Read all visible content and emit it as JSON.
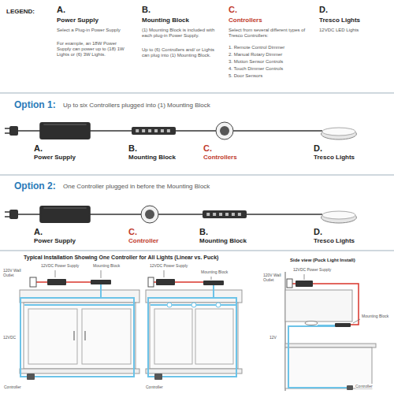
{
  "diagram": {
    "nodes": [
      {
        "text": [
          "A.",
          "Power Supply"
        ]
      },
      {
        "text": [
          "B.",
          "Mounting Block"
        ]
      },
      {
        "text": [
          "C.",
          "Controllers"
        ]
      },
      {
        "text": [
          "D.",
          "Tresco Lights"
        ]
      },
      {
        "text": [
          "A.",
          "Power Supply"
        ]
      },
      {
        "text": [
          "C.",
          "Controller"
        ]
      },
      {
        "text": [
          "B.",
          "Mounting Block"
        ]
      },
      {
        "text": [
          "D.",
          "Tresco Lights"
        ]
      }
    ],
    "edges": [
      {
        "from": 0,
        "to": 1,
        "arrow": "none"
      },
      {
        "from": 1,
        "to": 2,
        "arrow": "none"
      },
      {
        "from": 2,
        "to": 3,
        "arrow": "none"
      },
      {
        "from": 4,
        "to": 5,
        "arrow": "none"
      },
      {
        "from": 5,
        "to": 6,
        "arrow": "none"
      },
      {
        "from": 6,
        "to": 7,
        "arrow": "none"
      }
    ],
    "labels": [
      "LEGEND:",
      "A.",
      "Power Supply",
      "Select a Plug-in Power Supply",
      "For example, an 18W Power Supply can power up to (18) 1W Lights or (6) 3W Lights.",
      "B.",
      "Mounting Block",
      "(1) Mounting Block is included with each plug-in Power Supply.",
      "Up to (6) Controllers and/ or Lights can plug into (1) Mounting Block.",
      "C.",
      "Controllers",
      "Select from several different types of Tresco Controllers:",
      "1. Remote Control Dimmer",
      "2. Manual Rotary Dimmer",
      "3. Motion Sensor Controls",
      "4. Touch Dimmer Controls",
      "5. Door Sensors",
      "D.",
      "Tresco Lights",
      "12VDC LED Lights",
      "Option 1:",
      "Up to six Controllers plugged into (1) Mounting Block",
      "Option 2:",
      "One Controller plugged in before the Mounting Block",
      "Typical Installation Showing One Controller for All Lights (Linear vs. Puck)",
      "Side view (Puck Light Install)",
      "120V Wall Outlet",
      "12VDC Power Supply",
      "Mounting Block",
      "12VDC",
      "Controller",
      "12VDC Power Supply",
      "Mounting Block",
      "Controller",
      "120V Wall Outlet",
      "12VDC Power Supply",
      "Mounting Block",
      "12V",
      "Controller"
    ]
  }
}
